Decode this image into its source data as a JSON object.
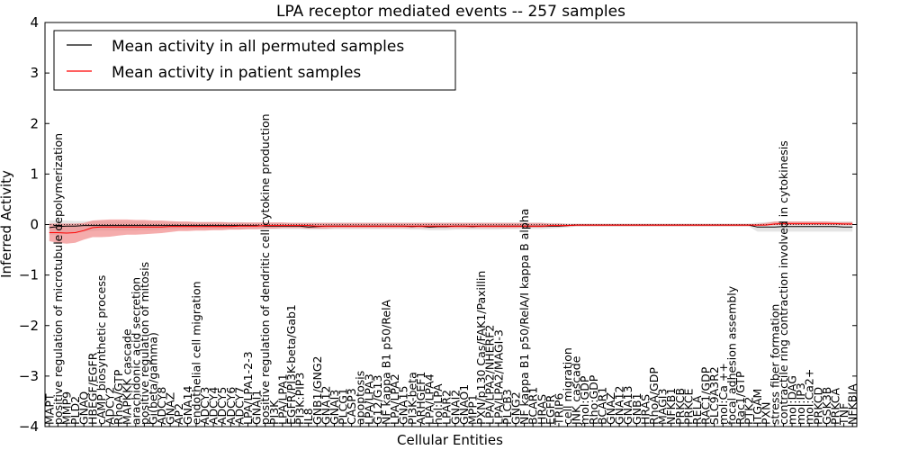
{
  "chart_data": {
    "type": "line",
    "title": "LPA receptor mediated events -- 257 samples",
    "xlabel": "Cellular Entities",
    "ylabel": "Inferred Activity",
    "ylim": [
      -4,
      4
    ],
    "yticks": [
      -4,
      -3,
      -2,
      -1,
      0,
      1,
      2,
      3,
      4
    ],
    "grid": false,
    "legend_position": "top-left",
    "colors": {
      "permuted": "#000000",
      "patient": "#ff0000",
      "patient_band": "#f08080",
      "permuted_band": "#d3d3d3",
      "zero_line": "#000000"
    },
    "categories": [
      "MAPT",
      "positive regulation of microtubule depolymerization",
      "MMP9",
      "PLD2",
      "GNAQ",
      "HBEGF/EGFR",
      "cAMP biosynthetic process",
      "ADCY2",
      "RhoA/GTP",
      "MAPKKK cascade",
      "arachidonic acid secretion",
      "positive regulation of mitosis",
      "Gi(beta/gamma)",
      "ADCY8",
      "GNAZ",
      "AP2",
      "GNA14",
      "endothelial cell migration",
      "ADCY3",
      "ADCY4",
      "ADCY5",
      "ADCY6",
      "ADCY7",
      "LPA/LPA1-2-3",
      "GNAI1",
      "positive regulation of dendritic cell cytokine production",
      "PI3K",
      "LPA/LPA1",
      "EGFR/PI3K-beta/Gab1",
      "PI3K:PIP3",
      "IL8",
      "GNB1/GNG2",
      "GNA12",
      "GNAI3",
      "PLCG1",
      "CASP3",
      "apoptosis",
      "LPA/LPA3",
      "G12/G13",
      "NF kappa B1 p50/RelA",
      "LPA/LPA2",
      "GNA15",
      "PI3K-beta",
      "ARHGEF1",
      "LPA/LPA4",
      "hol:LPA",
      "LPAR2",
      "GNAI2",
      "GNAO1",
      "MPP1",
      "PXN/p130 Cas/FAK1/Paxillin",
      "LPA/LPA2/NHERF2",
      "LPA/LPA2/MAGI-3",
      "PLCB3",
      "GNG2",
      "NF kappa B1 p50/RelA/I kappa B alpha",
      "BCAR1",
      "HRAS",
      "EGFR",
      "TRIP6",
      "cell migration",
      "JNK cascade",
      "mol:GDP",
      "Rho:GDP",
      "BCAR1",
      "GNAZ",
      "GNA12",
      "GNA13",
      "GNB1",
      "HRAS",
      "RhoA/GDP",
      "MAGI3",
      "NFKB1",
      "PRKCB",
      "PRKCE",
      "RELA",
      "RAC1/GDP",
      "SLC9A3R2",
      "mol:Ca ++",
      "focal adhesion assembly",
      "Rac1/GTP",
      "PTK2",
      "ITGAM",
      "PXN",
      "stress fiber formation",
      "contractile ring contraction involved in cytokinesis",
      "mol:DAG",
      "mol:IP3",
      "mol:Ca2+",
      "PRKCD",
      "GSK3B",
      "PRKCA",
      "TNF",
      "NFKBIA"
    ],
    "series": [
      {
        "name": "Mean activity in all permuted samples",
        "values": [
          -0.06,
          -0.04,
          -0.03,
          -0.03,
          -0.02,
          -0.02,
          -0.02,
          -0.02,
          -0.02,
          -0.02,
          -0.02,
          -0.02,
          -0.02,
          -0.02,
          -0.02,
          -0.02,
          -0.02,
          -0.02,
          -0.02,
          -0.02,
          -0.02,
          -0.02,
          -0.02,
          -0.02,
          -0.02,
          -0.03,
          -0.03,
          -0.03,
          -0.03,
          -0.03,
          -0.05,
          -0.04,
          -0.03,
          -0.03,
          -0.03,
          -0.03,
          -0.03,
          -0.03,
          -0.03,
          -0.03,
          -0.03,
          -0.03,
          -0.04,
          -0.03,
          -0.05,
          -0.04,
          -0.04,
          -0.03,
          -0.03,
          -0.04,
          -0.03,
          -0.03,
          -0.03,
          -0.03,
          -0.03,
          -0.03,
          -0.03,
          -0.03,
          -0.03,
          -0.03,
          -0.02,
          -0.01,
          -0.01,
          -0.01,
          -0.01,
          -0.01,
          -0.01,
          -0.01,
          -0.01,
          -0.01,
          -0.01,
          -0.01,
          -0.01,
          -0.01,
          -0.01,
          -0.01,
          -0.01,
          -0.01,
          -0.01,
          -0.01,
          -0.01,
          -0.01,
          -0.05,
          -0.05,
          -0.05,
          -0.04,
          -0.04,
          -0.04,
          -0.04,
          -0.04,
          -0.04,
          -0.04,
          -0.05,
          -0.05
        ]
      },
      {
        "name": "Mean activity in patient samples",
        "values": [
          -0.16,
          -0.16,
          -0.17,
          -0.16,
          -0.12,
          -0.06,
          -0.05,
          -0.05,
          -0.05,
          -0.05,
          -0.05,
          -0.05,
          -0.05,
          -0.05,
          -0.04,
          -0.04,
          -0.04,
          -0.04,
          -0.04,
          -0.04,
          -0.04,
          -0.04,
          -0.03,
          -0.03,
          -0.03,
          -0.02,
          -0.02,
          -0.02,
          -0.02,
          -0.02,
          -0.02,
          -0.03,
          -0.03,
          -0.03,
          -0.03,
          -0.03,
          -0.03,
          -0.03,
          -0.03,
          -0.03,
          -0.03,
          -0.03,
          -0.03,
          -0.03,
          -0.03,
          -0.03,
          -0.03,
          -0.03,
          -0.03,
          -0.03,
          -0.03,
          -0.03,
          -0.03,
          -0.03,
          -0.03,
          -0.03,
          -0.03,
          -0.03,
          -0.02,
          -0.02,
          -0.02,
          -0.01,
          -0.01,
          -0.01,
          -0.01,
          -0.01,
          -0.01,
          -0.01,
          -0.01,
          -0.01,
          -0.01,
          -0.01,
          -0.01,
          -0.01,
          -0.01,
          -0.01,
          -0.01,
          -0.01,
          -0.01,
          -0.01,
          -0.01,
          -0.01,
          -0.01,
          -0.01,
          0.01,
          0.02,
          0.02,
          0.02,
          0.02,
          0.02,
          0.02,
          0.02,
          0.01,
          0.01
        ]
      }
    ],
    "bands": {
      "patient": {
        "lower": [
          -0.33,
          -0.36,
          -0.38,
          -0.36,
          -0.3,
          -0.25,
          -0.25,
          -0.24,
          -0.22,
          -0.2,
          -0.2,
          -0.19,
          -0.18,
          -0.17,
          -0.15,
          -0.13,
          -0.13,
          -0.12,
          -0.12,
          -0.11,
          -0.11,
          -0.1,
          -0.1,
          -0.09,
          -0.09,
          -0.08,
          -0.08,
          -0.07,
          -0.07,
          -0.07,
          -0.08,
          -0.08,
          -0.08,
          -0.07,
          -0.07,
          -0.07,
          -0.07,
          -0.07,
          -0.07,
          -0.07,
          -0.07,
          -0.07,
          -0.07,
          -0.07,
          -0.07,
          -0.07,
          -0.07,
          -0.07,
          -0.07,
          -0.07,
          -0.07,
          -0.07,
          -0.07,
          -0.07,
          -0.07,
          -0.06,
          -0.06,
          -0.06,
          -0.05,
          -0.05,
          -0.04,
          -0.03,
          -0.03,
          -0.03,
          -0.03,
          -0.03,
          -0.03,
          -0.03,
          -0.03,
          -0.03,
          -0.03,
          -0.03,
          -0.03,
          -0.03,
          -0.03,
          -0.03,
          -0.03,
          -0.03,
          -0.03,
          -0.03,
          -0.03,
          -0.03,
          -0.03,
          -0.02,
          -0.01,
          -0.01,
          -0.01,
          -0.01,
          -0.01,
          -0.01,
          -0.01,
          -0.01,
          -0.01,
          -0.01
        ],
        "upper": [
          0.02,
          0.02,
          0.02,
          0.02,
          0.03,
          0.08,
          0.09,
          0.1,
          0.1,
          0.1,
          0.09,
          0.09,
          0.08,
          0.08,
          0.07,
          0.06,
          0.06,
          0.05,
          0.05,
          0.05,
          0.05,
          0.04,
          0.04,
          0.04,
          0.04,
          0.04,
          0.04,
          0.04,
          0.03,
          0.03,
          0.03,
          0.03,
          0.03,
          0.03,
          0.03,
          0.03,
          0.03,
          0.03,
          0.03,
          0.03,
          0.03,
          0.03,
          0.03,
          0.03,
          0.03,
          0.03,
          0.03,
          0.03,
          0.03,
          0.03,
          0.03,
          0.03,
          0.03,
          0.03,
          0.03,
          0.03,
          0.03,
          0.03,
          0.02,
          0.02,
          0.01,
          0.01,
          0.01,
          0.01,
          0.01,
          0.01,
          0.01,
          0.01,
          0.01,
          0.01,
          0.01,
          0.01,
          0.01,
          0.01,
          0.01,
          0.01,
          0.01,
          0.01,
          0.01,
          0.01,
          0.01,
          0.01,
          0.01,
          0.03,
          0.06,
          0.06,
          0.06,
          0.06,
          0.06,
          0.06,
          0.06,
          0.05,
          0.05,
          0.05
        ]
      },
      "permuted": {
        "lower": [
          -0.2,
          -0.2,
          -0.18,
          -0.16,
          -0.14,
          -0.13,
          -0.12,
          -0.12,
          -0.12,
          -0.12,
          -0.12,
          -0.11,
          -0.11,
          -0.1,
          -0.1,
          -0.09,
          -0.09,
          -0.09,
          -0.09,
          -0.09,
          -0.09,
          -0.09,
          -0.09,
          -0.09,
          -0.09,
          -0.09,
          -0.09,
          -0.09,
          -0.09,
          -0.09,
          -0.1,
          -0.1,
          -0.1,
          -0.09,
          -0.09,
          -0.09,
          -0.09,
          -0.09,
          -0.09,
          -0.09,
          -0.09,
          -0.09,
          -0.1,
          -0.1,
          -0.11,
          -0.11,
          -0.11,
          -0.1,
          -0.1,
          -0.1,
          -0.1,
          -0.1,
          -0.1,
          -0.09,
          -0.09,
          -0.09,
          -0.09,
          -0.09,
          -0.08,
          -0.07,
          -0.06,
          -0.04,
          -0.04,
          -0.04,
          -0.04,
          -0.04,
          -0.04,
          -0.04,
          -0.04,
          -0.04,
          -0.04,
          -0.04,
          -0.04,
          -0.04,
          -0.04,
          -0.04,
          -0.04,
          -0.04,
          -0.04,
          -0.04,
          -0.04,
          -0.04,
          -0.14,
          -0.14,
          -0.14,
          -0.14,
          -0.14,
          -0.14,
          -0.14,
          -0.14,
          -0.14,
          -0.14,
          -0.14,
          -0.14
        ],
        "upper": [
          0.08,
          0.08,
          0.08,
          0.07,
          0.07,
          0.07,
          0.07,
          0.06,
          0.06,
          0.06,
          0.06,
          0.06,
          0.05,
          0.05,
          0.05,
          0.05,
          0.05,
          0.05,
          0.05,
          0.05,
          0.05,
          0.05,
          0.05,
          0.04,
          0.04,
          0.04,
          0.04,
          0.04,
          0.04,
          0.04,
          0.04,
          0.04,
          0.04,
          0.04,
          0.04,
          0.04,
          0.04,
          0.04,
          0.04,
          0.04,
          0.04,
          0.04,
          0.04,
          0.04,
          0.04,
          0.04,
          0.04,
          0.04,
          0.04,
          0.04,
          0.04,
          0.04,
          0.04,
          0.04,
          0.04,
          0.04,
          0.04,
          0.04,
          0.03,
          0.03,
          0.02,
          0.02,
          0.02,
          0.02,
          0.02,
          0.02,
          0.02,
          0.02,
          0.02,
          0.02,
          0.02,
          0.02,
          0.02,
          0.02,
          0.02,
          0.02,
          0.02,
          0.02,
          0.02,
          0.02,
          0.02,
          0.02,
          0.04,
          0.05,
          0.06,
          0.06,
          0.06,
          0.06,
          0.06,
          0.06,
          0.06,
          0.06,
          0.06,
          0.06
        ]
      }
    }
  }
}
